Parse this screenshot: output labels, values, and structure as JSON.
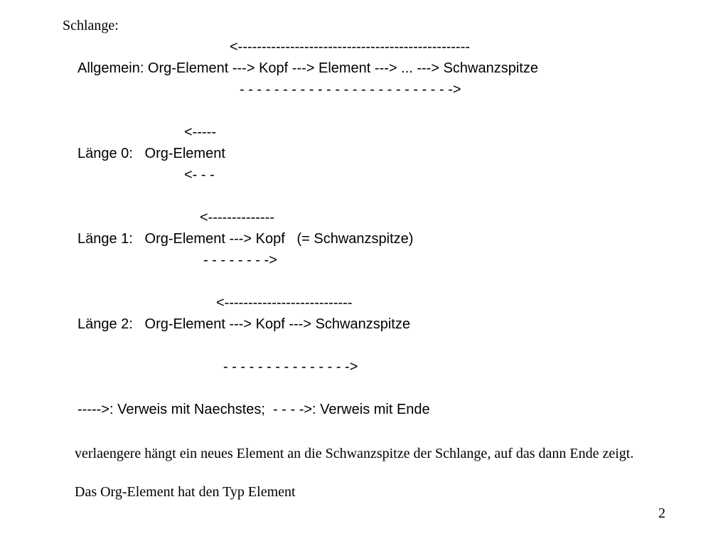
{
  "slide": {
    "title": "Schlange:",
    "general": {
      "top_arrow": "<-------------------------------------------------",
      "line": "Allgemein: Org-Element ---> Kopf ---> Element ---> ... ---> Schwanzspitze",
      "bottom_arrow": "- - - - - - - - - - - - - - - - - - - - - - - - ->"
    },
    "length0": {
      "top_arrow": "<-----",
      "line": "Länge 0:   Org-Element",
      "bottom_arrow": "<- - -"
    },
    "length1": {
      "top_arrow": "<--------------",
      "line": "Länge 1:   Org-Element ---> Kopf   (= Schwanzspitze)",
      "bottom_arrow": "- - - - - - - ->"
    },
    "length2": {
      "top_arrow": "<---------------------------",
      "line": "Länge 2:   Org-Element ---> Kopf ---> Schwanzspitze",
      "bottom_arrow": "- - - - - - - - - - - - - - ->"
    },
    "legend": "----->: Verweis mit Naechstes;  - - - ->: Verweis mit Ende",
    "note1": "verlaengere hängt ein neues Element an die Schwanzspitze der Schlange, auf das dann Ende zeigt.",
    "note2": "Das Org-Element hat den Typ Element",
    "page_number": "2"
  }
}
